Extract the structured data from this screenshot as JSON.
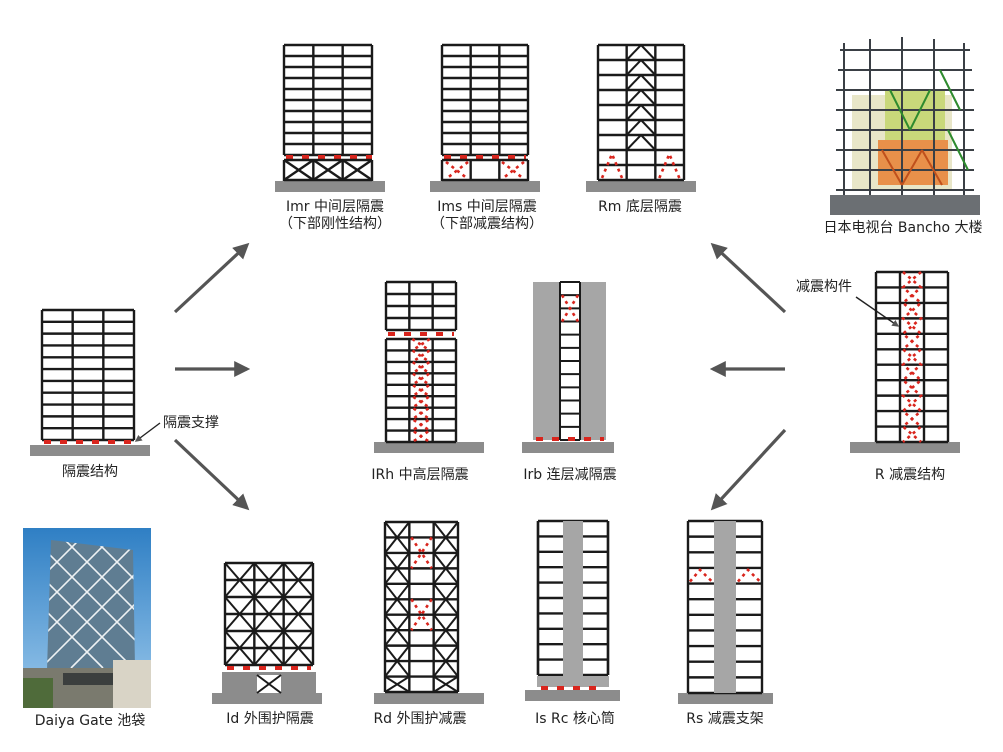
{
  "labels": {
    "base": "隔震结构",
    "base_bearing": "隔震支撑",
    "imr_l1": "Imr 中间层隔震",
    "imr_l2": "（下部刚性结构）",
    "ims_l1": "Ims 中间层隔震",
    "ims_l2": "（下部减震结构）",
    "rm": "Rm 底层隔震",
    "bancho": "日本电视台 Bancho 大楼",
    "irh": "IRh 中高层隔震",
    "irb": "Irb 连层减隔震",
    "r": "R 减震结构",
    "damper": "减震构件",
    "daiya": "Daiya Gate 池袋",
    "id": "Id 外围护隔震",
    "rd": "Rd 外围护减震",
    "is": "Is Rc 核心筒",
    "rs": "Rs 减震支架"
  },
  "colors": {
    "frame": "#1a1a1a",
    "ground": "#8c8c8c",
    "core": "#a6a6a6",
    "isolator": "#d9251d",
    "arrow": "#555555"
  }
}
